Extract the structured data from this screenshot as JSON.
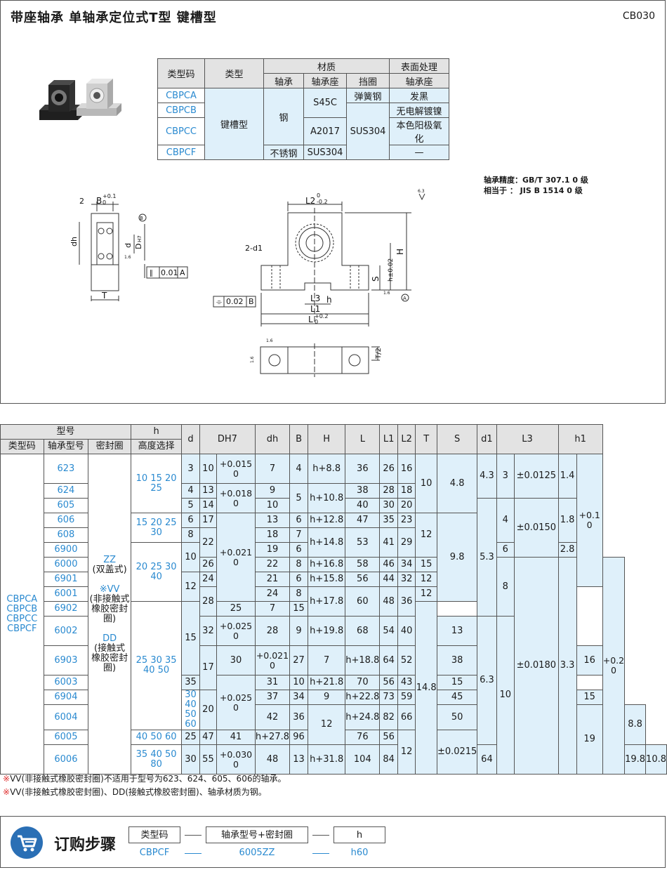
{
  "header": {
    "title": "带座轴承  单轴承定位式T型  键槽型",
    "code": "CB030"
  },
  "material_table": {
    "headers": {
      "type_code": "类型码",
      "type": "类型",
      "material": "材质",
      "surface": "表面处理",
      "bearing": "轴承",
      "housing": "轴承座",
      "retainer": "挡圈",
      "surface_housing": "轴承座"
    },
    "codes": [
      "CBPCA",
      "CBPCB",
      "CBPCC",
      "CBPCF"
    ],
    "type_value": "键槽型",
    "bearing_steel": "钢",
    "bearing_stainless": "不锈钢",
    "housing_s45c": "S45C",
    "housing_a2017": "A2017",
    "housing_sus304": "SUS304",
    "retainer_spring": "弹簧钢",
    "retainer_sus304": "SUS304",
    "surfaces": [
      "发黑",
      "无电解镀镍",
      "本色阳极氧化",
      "—"
    ]
  },
  "accuracy": {
    "line1": "轴承精度：GB/T 307.1 0  级",
    "line2": "相当于  ：  JIS  B 1514  0  级"
  },
  "drawing_labels": {
    "b_dim": "B",
    "b_tol": "+0.1",
    "b_tol2": "0",
    "two": "2",
    "dh": "dh",
    "d": "d",
    "D": "D",
    "H7": "H7",
    "T": "T",
    "par": "0.01",
    "A": "A",
    "B_ref": "B",
    "two_d1": "2-d1",
    "L2": "L2",
    "L2_tol": "0",
    "L2_tol2": "-0.2",
    "H": "H",
    "h_tol": "h±0.02",
    "S": "S",
    "L3": "L3",
    "h": "h",
    "L1": "L1",
    "L": "L",
    "L_tol": "+0.2",
    "L_tol2": "0",
    "sym": "0.02",
    "T2": "T/2",
    "r63": "6.3",
    "r16": "1.6"
  },
  "spec_table": {
    "headers": {
      "model": "型号",
      "type_code": "类型码",
      "bearing_no": "轴承型号",
      "seal": "密封圈",
      "h": "h",
      "h_sel": "高度选择",
      "d": "d",
      "DH7": "DH7",
      "dh": "dh",
      "B": "B",
      "H": "H",
      "L": "L",
      "L1": "L1",
      "L2": "L2",
      "T": "T",
      "S": "S",
      "d1": "d1",
      "L3": "L3",
      "h1": "h1"
    },
    "type_codes": [
      "CBPCA",
      "CBPCB",
      "CBPCC",
      "CBPCF"
    ],
    "seal_lines": [
      "ZZ",
      "(双盖式)",
      "※VV",
      "(非接触式",
      "橡胶密封圈)",
      "DD",
      "(接触式",
      "橡胶密封圈)"
    ],
    "bearings": [
      "623",
      "624",
      "605",
      "606",
      "608",
      "6900",
      "6000",
      "6901",
      "6001",
      "6902",
      "6002",
      "6903",
      "6003",
      "6904",
      "6004",
      "6005",
      "6006"
    ],
    "h_groups": [
      "10  15  20  25",
      "15  20  25  30",
      "20  25  30  40",
      "25  30  35  40  50",
      "30  40  50  60",
      "40  50  60",
      "35  40  50  80"
    ],
    "d_vals": [
      "3",
      "4",
      "5",
      "6",
      "8",
      "10",
      "12",
      "15",
      "17",
      "20",
      "25",
      "30"
    ],
    "D_vals": [
      "10",
      "13",
      "14",
      "17",
      "22",
      "26",
      "24",
      "28",
      "32",
      "30",
      "35",
      "37",
      "42",
      "47",
      "55"
    ],
    "D_tols": [
      "+0.015",
      "0",
      "+0.018",
      "0",
      "+0.021",
      "0",
      "+0.025",
      "0",
      "+0.021",
      "0",
      "+0.025",
      "0",
      "+0.030",
      "0"
    ],
    "dh_vals": [
      "7",
      "9",
      "10",
      "13",
      "18",
      "19",
      "22",
      "21",
      "24",
      "25",
      "28",
      "27",
      "31",
      "34",
      "36",
      "41",
      "48"
    ],
    "B_vals": [
      "4",
      "5",
      "6",
      "7",
      "6",
      "8",
      "6",
      "8",
      "7",
      "9",
      "7",
      "10",
      "9",
      "12",
      "13"
    ],
    "H_vals": [
      "h+8.8",
      "h+10.8",
      "h+12.8",
      "h+14.8",
      "h+16.8",
      "h+15.8",
      "h+17.8",
      "h+19.8",
      "h+18.8",
      "h+21.8",
      "h+22.8",
      "h+24.8",
      "h+27.8",
      "h+31.8"
    ],
    "L_vals": [
      "36",
      "38",
      "40",
      "47",
      "53",
      "58",
      "56",
      "60",
      "68",
      "64",
      "70",
      "73",
      "82",
      "96",
      "104"
    ],
    "L1_vals": [
      "26",
      "28",
      "30",
      "35",
      "41",
      "46",
      "44",
      "48",
      "54",
      "52",
      "56",
      "59",
      "66",
      "76",
      "84"
    ],
    "L2_vals": [
      "16",
      "18",
      "20",
      "23",
      "29",
      "34",
      "32",
      "36",
      "40",
      "38",
      "43",
      "45",
      "50",
      "56",
      "64"
    ],
    "T_vals": [
      "10",
      "12",
      "15",
      "12",
      "12",
      "15",
      "13",
      "16",
      "15",
      "19"
    ],
    "S_vals": [
      "4.8",
      "9.8",
      "14.8",
      "19.8"
    ],
    "d1_vals": [
      "4.3",
      "5.3",
      "6.3",
      "8.8",
      "10.8"
    ],
    "L3_vals": [
      "3",
      "4",
      "6",
      "8",
      "10",
      "12"
    ],
    "L3_tols": [
      "±0.0125",
      "±0.0150",
      "±0.0180",
      "±0.0215"
    ],
    "h1_vals": [
      "1.4",
      "1.8",
      "2.8",
      "3.3"
    ],
    "h1_tols": [
      "+0.1",
      "0",
      "+0.2",
      "0"
    ]
  },
  "notes": [
    {
      "mark": "※",
      "text": "VV(非接触式橡胶密封圈)不适用于型号为623、624、605、606的轴承。"
    },
    {
      "mark": "※",
      "text": "VV(非接触式橡胶密封圈)、DD(接触式橡胶密封圈)、轴承材质为钢。"
    }
  ],
  "order": {
    "title": "订购步骤",
    "boxes": [
      "类型码",
      "轴承型号+密封圈",
      "h"
    ],
    "values": [
      "CBPCF",
      "6005ZZ",
      "h60"
    ]
  },
  "colors": {
    "accent_blue": "#2a8ad0",
    "cell_blue": "#dff0fa",
    "header_gray": "#e3e3e3",
    "cart_blue": "#2a6fb5"
  }
}
